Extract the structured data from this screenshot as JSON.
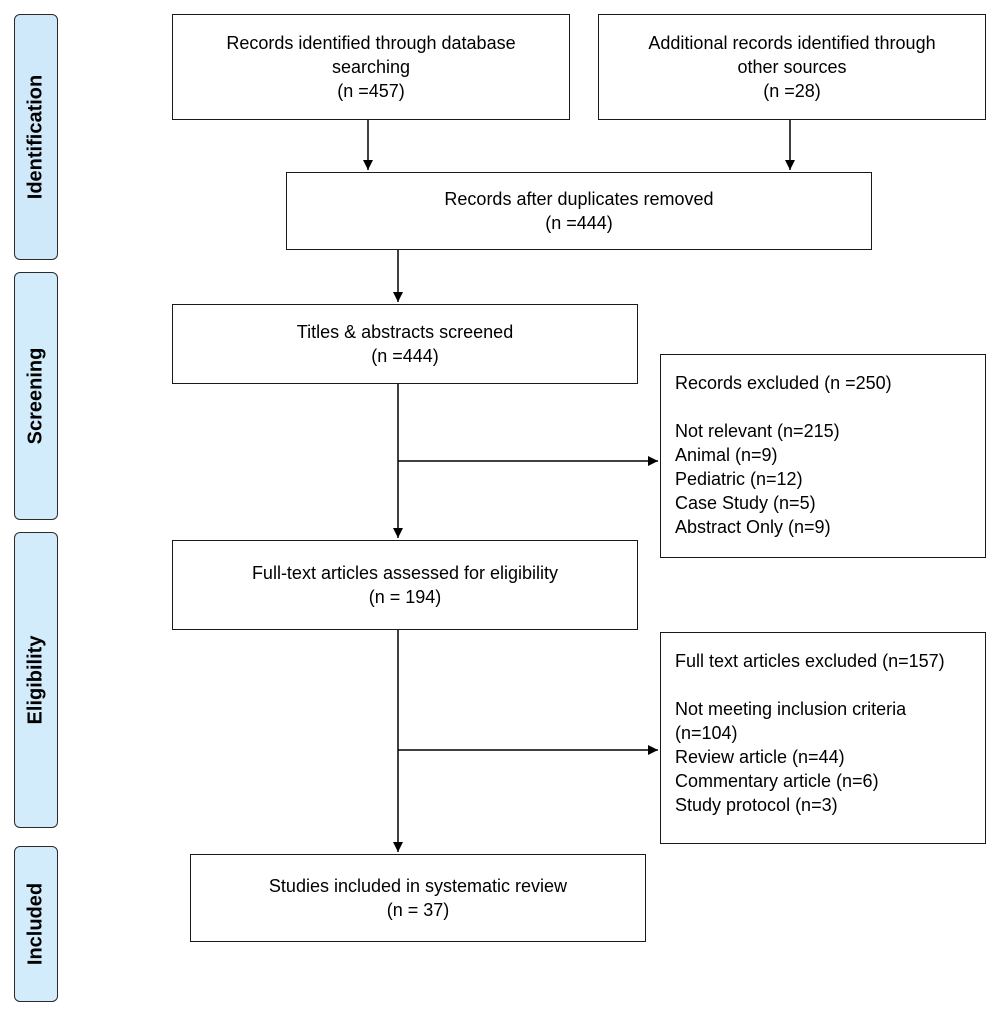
{
  "phases": {
    "identification": "Identification",
    "screening": "Screening",
    "eligibility": "Eligibility",
    "included": "Included"
  },
  "boxes": {
    "database": {
      "lines": [
        "Records identified through database",
        "searching",
        "(n =457)"
      ]
    },
    "other_sources": {
      "lines": [
        "Additional records identified through",
        "other sources",
        "(n =28)"
      ]
    },
    "duplicates_removed": {
      "lines": [
        "Records after duplicates removed",
        "(n =444)"
      ]
    },
    "screened": {
      "lines": [
        "Titles & abstracts screened",
        "(n =444)"
      ]
    },
    "records_excluded": {
      "header": "Records excluded (n =250)",
      "items": [
        "Not relevant (n=215)",
        "Animal (n=9)",
        "Pediatric (n=12)",
        "Case Study (n=5)",
        "Abstract Only (n=9)"
      ]
    },
    "fulltext_assessed": {
      "lines": [
        "Full-text articles assessed for eligibility",
        "(n = 194)"
      ]
    },
    "fulltext_excluded": {
      "header": "Full text articles excluded (n=157)",
      "items": [
        "Not meeting inclusion criteria",
        "(n=104)",
        "Review article (n=44)",
        "Commentary article (n=6)",
        "Study protocol (n=3)"
      ]
    },
    "included": {
      "lines": [
        "Studies included in systematic review",
        "(n = 37)"
      ]
    }
  }
}
